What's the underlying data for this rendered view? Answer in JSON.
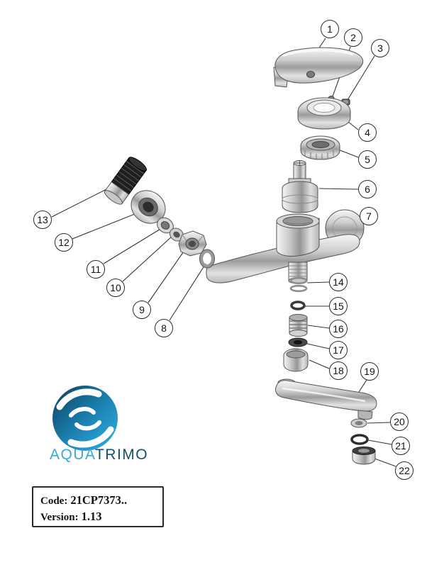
{
  "diagram": {
    "callouts": [
      {
        "label": "1"
      },
      {
        "label": "2"
      },
      {
        "label": "3"
      },
      {
        "label": "4"
      },
      {
        "label": "5"
      },
      {
        "label": "6"
      },
      {
        "label": "7"
      },
      {
        "label": "8"
      },
      {
        "label": "9"
      },
      {
        "label": "10"
      },
      {
        "label": "11"
      },
      {
        "label": "12"
      },
      {
        "label": "13"
      },
      {
        "label": "14"
      },
      {
        "label": "15"
      },
      {
        "label": "16"
      },
      {
        "label": "17"
      },
      {
        "label": "18"
      },
      {
        "label": "19"
      },
      {
        "label": "20"
      },
      {
        "label": "21"
      },
      {
        "label": "22"
      }
    ]
  },
  "logo": {
    "aqua": "AQUA",
    "trimo": "TRIMO"
  },
  "info_box": {
    "code_label": "Code:",
    "code_value": "21CP7373..",
    "version_label": "Version:",
    "version_value": "1.13"
  }
}
